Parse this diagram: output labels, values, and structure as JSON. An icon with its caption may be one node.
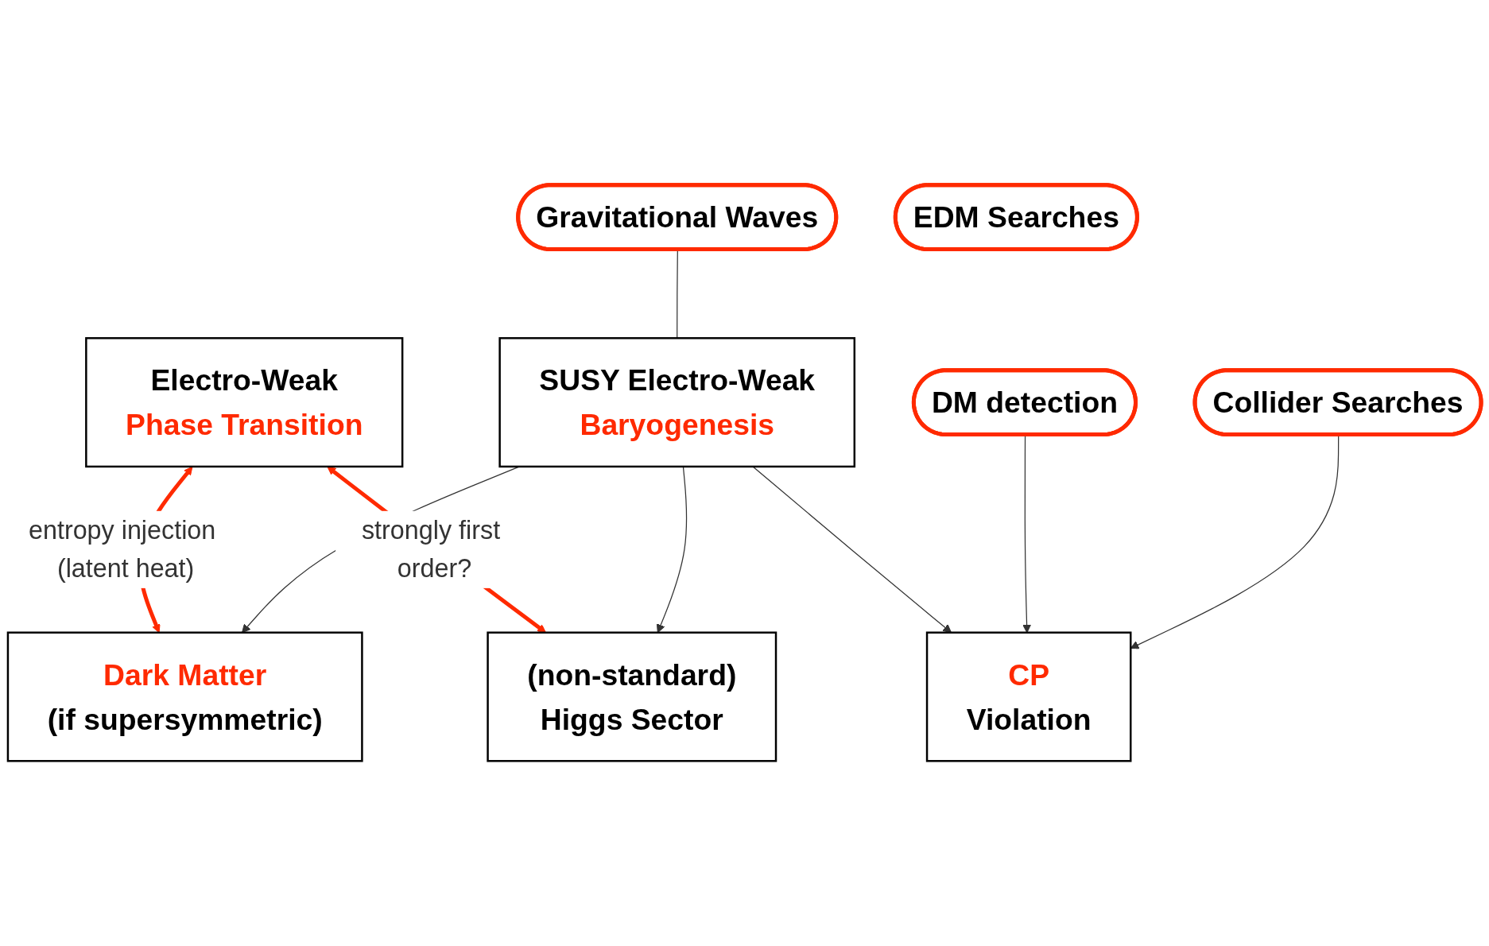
{
  "diagram": {
    "nodes": [
      {
        "text": [
          "Electro-Weak",
          "Phase Transition"
        ]
      },
      {
        "text": [
          "Gravitational Waves"
        ]
      },
      {
        "text": [
          "Dark Matter",
          "(if supersymmetric)"
        ]
      },
      {
        "text": [
          "SUSY Electro-Weak",
          "Baryogenesis"
        ]
      },
      {
        "text": [
          "(non-standard)",
          "Higgs Sector"
        ]
      },
      {
        "text": [
          "DM detection"
        ]
      },
      {
        "text": [
          "Collider Searches"
        ]
      },
      {
        "text": [
          "CP",
          "Violation"
        ]
      },
      {
        "text": [
          "EDM Searches"
        ]
      }
    ],
    "edges": [
      {
        "from": 0,
        "to": 2,
        "arrow": "both",
        "label": "entropy injection (latent heat)",
        "style": "thick",
        "color": "#ff2a00"
      },
      {
        "from": 0,
        "to": 4,
        "arrow": "both",
        "label": "strongly first order?",
        "style": "thick",
        "color": "#ff2a00"
      },
      {
        "from": 1,
        "to": 3,
        "arrow": "none"
      },
      {
        "from": 3,
        "to": 2,
        "arrow": "to"
      },
      {
        "from": 3,
        "to": 4,
        "arrow": "to"
      },
      {
        "from": 3,
        "to": 7,
        "arrow": "to"
      },
      {
        "from": 5,
        "to": 7,
        "arrow": "to"
      },
      {
        "from": 6,
        "to": 7,
        "arrow": "to"
      }
    ]
  }
}
